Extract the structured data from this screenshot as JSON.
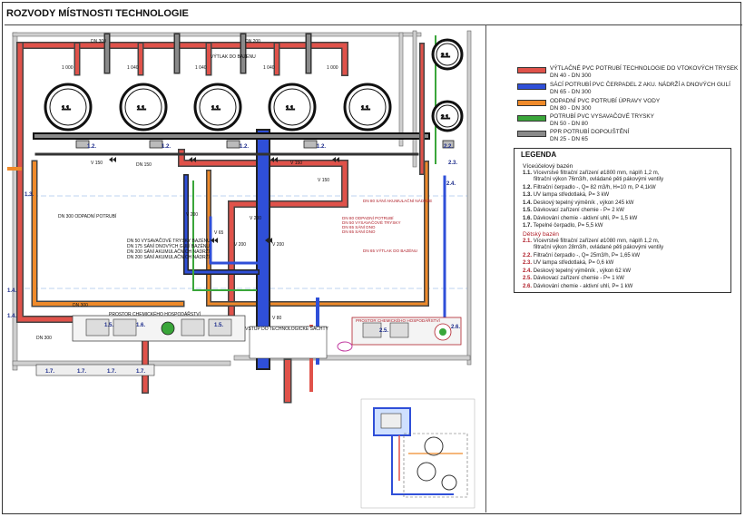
{
  "title": "ROZVODY MÍSTNOSTI TECHNOLOGIE",
  "pipe_legend": [
    {
      "color": "#e0524a",
      "line1": "VÝTLAČNÉ PVC POTRUBÍ TECHNOLOGIE DO VTOKOVÝCH TRYSEK",
      "line2": "DN 40 - DN 300"
    },
    {
      "color": "#2f4fd8",
      "line1": "SÁCÍ POTRUBÍ PVC ČERPADEL Z AKU. NÁDRŽÍ A DNOVÝCH GULÍ",
      "line2": "DN 65 - DN 300"
    },
    {
      "color": "#ef8a2a",
      "line1": "ODPADNÍ PVC POTRUBÍ ÚPRAVY VODY",
      "line2": "DN 80 - DN 300"
    },
    {
      "color": "#3aa63a",
      "line1": "POTRUBÍ PVC VYSAVAČOVÉ TRYSKY",
      "line2": "DN 50 - DN 80"
    },
    {
      "color": "#8a8a8a",
      "line1": "PPR POTRUBÍ DOPOUŠTĚNÍ",
      "line2": "DN 25 - DN 65"
    }
  ],
  "legend": {
    "title": "LEGENDA",
    "adult_heading": "Víceúčelový bazén",
    "adult_items": [
      {
        "code": "1.1.",
        "text": "Vícevrstvé filtrační zařízení ø1800 mm, náplň 1,2 m,",
        "text2": "filtrační výkon 76m3/h, ovládané pěti pákovými ventily"
      },
      {
        "code": "1.2.",
        "text": "Filtrační čerpadlo -, Q= 82 m3/h, H=10 m, P 4,1kW"
      },
      {
        "code": "1.3.",
        "text": "UV lampa středotlaká, P= 3 kW"
      },
      {
        "code": "1.4.",
        "text": "Deskový tepelný výměník , výkon 245 kW"
      },
      {
        "code": "1.5.",
        "text": "Dávkovací zařízení chemie - P= 2 kW"
      },
      {
        "code": "1.6.",
        "text": "Dávkování chemie - aktivní uhlí, P= 1,5 kW"
      },
      {
        "code": "1.7.",
        "text": "Tepelné čerpadlo, P= 5,5 kW"
      }
    ],
    "kids_heading": "Dětský bazén",
    "kids_items": [
      {
        "code": "2.1.",
        "text": "Vícevrstvé filtrační zařízení ø1080 mm, náplň 1,2 m,",
        "text2": "filtrační výkon 28m3/h, ovládané pěti pákovými ventily"
      },
      {
        "code": "2.2.",
        "text": "Filtrační čerpadlo -, Q= 25m3/h, P= 1,65 kW"
      },
      {
        "code": "2.3.",
        "text": "UV lampa středotlaká, P= 0,6 kW"
      },
      {
        "code": "2.4.",
        "text": "Deskový tepelný výměník , výkon 62 kW"
      },
      {
        "code": "2.5.",
        "text": "Dávkovací zařízení chemie - P= 1 kW"
      },
      {
        "code": "2.6.",
        "text": "Dávkování chemie - aktivní uhlí, P= 1 kW"
      }
    ]
  },
  "plan": {
    "filter_label": "1.1.",
    "kids_filter_label": "2.1.",
    "pump_label": "1.2.",
    "kids_pump_label": "2.2.",
    "uv_label": "1.3.",
    "kids_uv_label": "2.3.",
    "hx_label": "1.4.",
    "kids_hx_label": "2.4.",
    "dosing_label": "1.5.",
    "carbon_label": "1.6.",
    "heatpump_label": "1.7.",
    "kids_dosing_label": "2.5.",
    "kids_carbon_label": "2.6.",
    "dn300": "DN 300",
    "dn200": "DN 200",
    "dn150": "DN 150",
    "v150": "V 150",
    "v200": "V 200",
    "v65": "V 65",
    "v80": "V 80",
    "dim_1000": "1 000",
    "dim_1040": "1 040",
    "vytlak_bazen": "VÝTLAK DO BAZÉNU",
    "odpad": "DN 300 ODPADNÍ POTRUBÍ",
    "sani_list": [
      "DN 50 VYSAVAČOVÉ TRYSKY BAZÉNU",
      "DN 175 SÁNÍ DNOVÝCH GULÍ BAZÉNU",
      "DN 200 SÁNÍ AKUMULAČNÍCH NÁDRŽÍ",
      "DN 200 SÁNÍ AKUMULAČNÍCH NÁDRŽÍ"
    ],
    "kids_list": [
      "DN 80 ODPADNÍ POTRUBÍ",
      "DN 50 VYSAVAČOVÉ TRYSKY",
      "DN 65 SÁNÍ DNO",
      "DN 65 SÁNÍ DNO"
    ],
    "akum": "DN 80 SÁNÍ AKUMULAČNÍ NÁDRŽE",
    "vytlak_kids": "DN 65 VÝTLAK DO BAZÉNU",
    "room_chem": "PROSTOR CHEMICKÉHO HOSPODÁŘSTVÍ",
    "vstup": "VSTUP DO TECHNOLOGICKÉ ŠACHTY"
  }
}
